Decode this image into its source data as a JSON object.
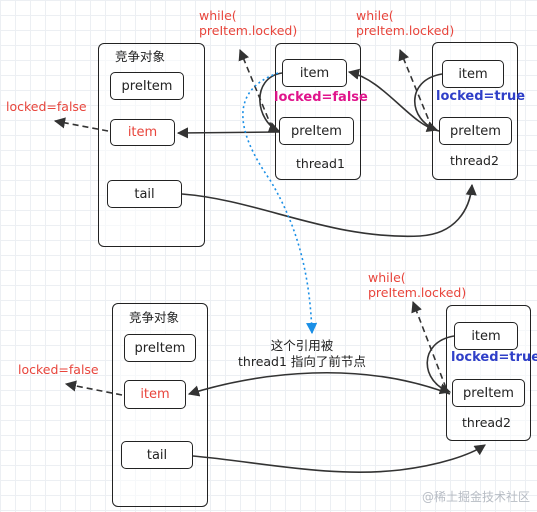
{
  "top": {
    "resource": {
      "title": "竞争对象",
      "pre_item": "preItem",
      "item": "item",
      "tail": "tail"
    },
    "thread1": {
      "item": "item",
      "pre_item": "preItem",
      "locked": "locked=false",
      "name": "thread1"
    },
    "thread2": {
      "item": "item",
      "pre_item": "preItem",
      "locked": "locked=true",
      "name": "thread2"
    },
    "while_thread1": [
      "while(",
      "preItem.locked)"
    ],
    "while_thread2": [
      "while(",
      "preItem.locked)"
    ],
    "released": "locked=false"
  },
  "bottom": {
    "resource": {
      "title": "竞争对象",
      "pre_item": "preItem",
      "item": "item",
      "tail": "tail"
    },
    "thread2": {
      "item": "item",
      "pre_item": "preItem",
      "locked": "locked=true",
      "name": "thread2"
    },
    "while_thread2": [
      "while(",
      "preItem.locked)"
    ],
    "released": "locked=false"
  },
  "pointer_note": [
    "这个引用被",
    "thread1 指向了前节点"
  ],
  "watermark": "@稀土掘金技术社区",
  "colors": {
    "red": "#e8453c",
    "magenta": "#e0148c",
    "blue": "#2f3fc8",
    "dotted": "#1a8fe6",
    "line": "#333333"
  }
}
